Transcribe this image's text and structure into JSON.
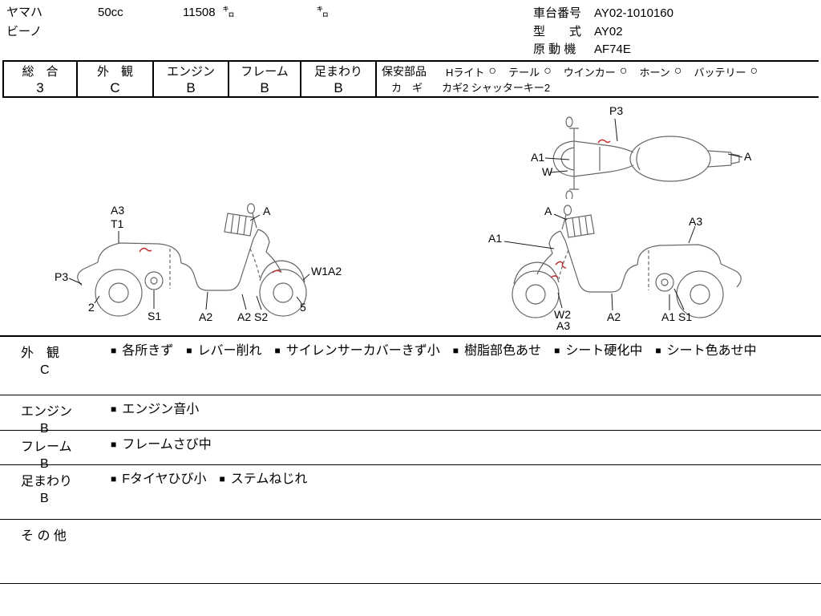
{
  "header": {
    "maker": "ヤマハ",
    "model": "ビーノ",
    "displacement": "50cc",
    "mileage": "11508",
    "mileage_unit": "㌔",
    "mileage_unit2": "㌔",
    "chassis_label": "車台番号",
    "chassis_value": "AY02-1010160",
    "type_label": "型　　式",
    "type_value": "AY02",
    "engine_label": "原 動 機",
    "engine_value": "AF74E"
  },
  "ratings": [
    {
      "label": "総　合",
      "grade": "3"
    },
    {
      "label": "外　観",
      "grade": "C"
    },
    {
      "label": "エンジン",
      "grade": "B"
    },
    {
      "label": "フレーム",
      "grade": "B"
    },
    {
      "label": "足まわり",
      "grade": "B"
    }
  ],
  "safety": {
    "label": "保安部品",
    "items": [
      {
        "name": "Hライト",
        "mark": "○"
      },
      {
        "name": "テール",
        "mark": "○"
      },
      {
        "name": "ウインカー",
        "mark": "○"
      },
      {
        "name": "ホーン",
        "mark": "○"
      },
      {
        "name": "バッテリー",
        "mark": "○"
      }
    ],
    "key_label": "カ　ギ",
    "key_value": "カギ2 シャッターキー2"
  },
  "diagrams": {
    "top_view": {
      "p3": "P3",
      "a1": "A1",
      "w": "W",
      "a": "A"
    },
    "left_view": {
      "a3": "A3",
      "t1": "T1",
      "a": "A",
      "p3": "P3",
      "num2": "2",
      "s1": "S1",
      "a2": "A2",
      "a2s2": "A2 S2",
      "num5": "5",
      "w1a2": "W1A2"
    },
    "right_view": {
      "a": "A",
      "a1": "A1",
      "a3_top": "A3",
      "w2": "W2",
      "a3_bot": "A3",
      "a2": "A2",
      "a1s1": "A1 S1"
    }
  },
  "notes": [
    {
      "label": "外　観",
      "grade": "C",
      "items": [
        "各所きず",
        "レバー削れ",
        "サイレンサーカバーきず小",
        "樹脂部色あせ",
        "シート硬化中",
        "シート色あせ中"
      ]
    },
    {
      "label": "エンジン",
      "grade": "B",
      "items": [
        "エンジン音小"
      ]
    },
    {
      "label": "フレーム",
      "grade": "B",
      "items": [
        "フレームさび中"
      ]
    },
    {
      "label": "足まわり",
      "grade": "B",
      "items": [
        "Fタイヤひび小",
        "ステムねじれ"
      ]
    },
    {
      "label": "そ の 他",
      "grade": "",
      "items": []
    }
  ],
  "bullet": "■",
  "colors": {
    "ink": "#000000",
    "sketch_line": "#686868",
    "damage_mark": "#c43030"
  }
}
